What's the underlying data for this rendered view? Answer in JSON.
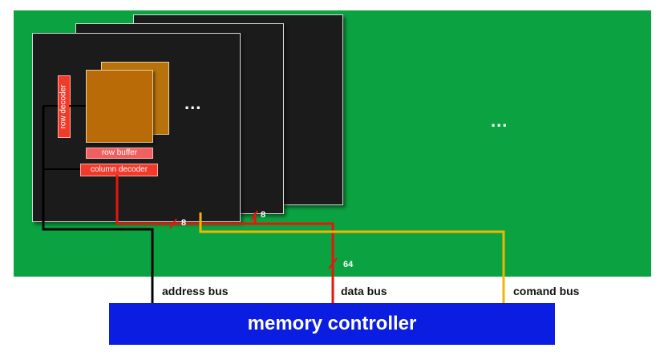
{
  "diagram": {
    "row_decoder": "row decoder",
    "row_buffer": "row buffer",
    "column_decoder": "column decoder",
    "chip_ellipsis": "...",
    "board_ellipsis": "...",
    "width_chip1": "8",
    "width_chip2": "8",
    "width_data": "64",
    "address_bus": "address bus",
    "data_bus": "data bus",
    "command_bus": "comand bus",
    "memory_controller": "memory controller"
  },
  "colors": {
    "board": "#0ba341",
    "chip": "#1b1b1b",
    "bank": "#b86b06",
    "address_bus": "#000000",
    "data_bus": "#e8150b",
    "command_bus": "#f2b600",
    "memory_controller": "#0a1de0"
  }
}
